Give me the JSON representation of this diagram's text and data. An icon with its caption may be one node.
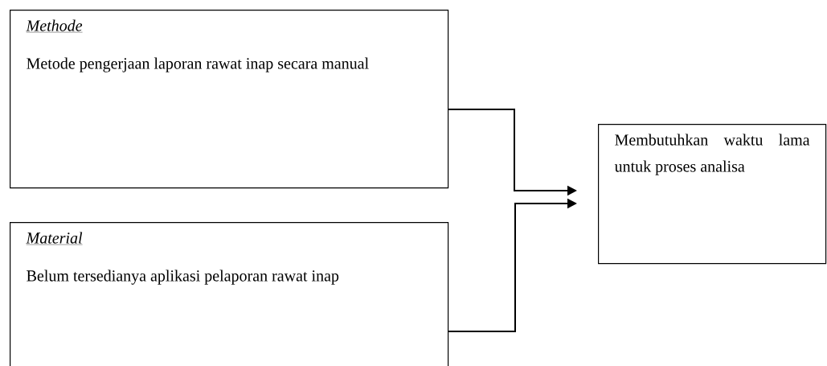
{
  "diagram": {
    "nodes": [
      {
        "text": [
          "Methode",
          "Metode pengerjaan laporan rawat inap secara manual"
        ]
      },
      {
        "text": [
          "Material",
          "Belum tersedianya aplikasi pelaporan rawat inap"
        ]
      },
      {
        "text": [
          "Membutuhkan waktu lama untuk proses analisa"
        ]
      }
    ],
    "edges": [
      {
        "from": 0,
        "to": 2,
        "arrow": "to"
      },
      {
        "from": 1,
        "to": 2,
        "arrow": "to"
      }
    ]
  }
}
